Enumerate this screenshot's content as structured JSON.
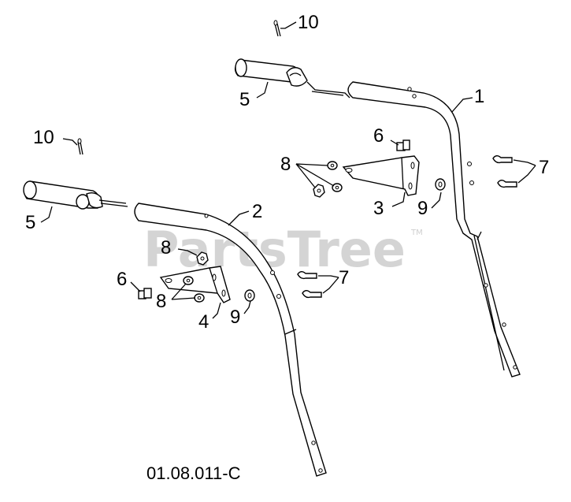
{
  "watermark": {
    "text": "PartsTree",
    "tm": "TM"
  },
  "figure_id": "01.08.011-C",
  "callouts": {
    "c1": "1",
    "c2": "2",
    "c3": "3",
    "c4": "4",
    "c5_top": "5",
    "c5_left": "5",
    "c6_top": "6",
    "c6_left": "6",
    "c7_right": "7",
    "c7_mid": "7",
    "c8_top": "8",
    "c8_mid_top": "8",
    "c8_mid_bottom": "8",
    "c9_right": "9",
    "c9_left": "9",
    "c10_top": "10",
    "c10_left": "10"
  }
}
